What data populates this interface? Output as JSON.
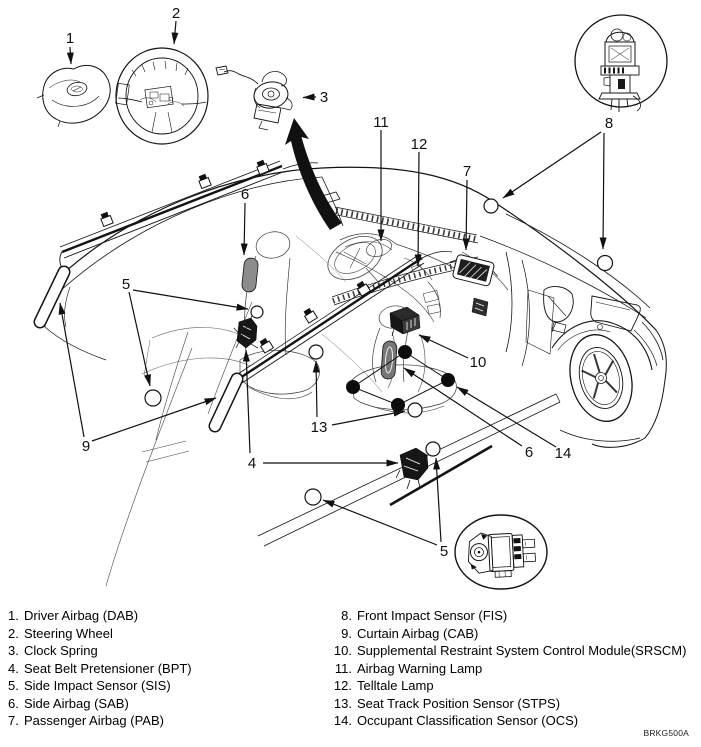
{
  "figure": {
    "code": "BRKG500A",
    "callouts": {
      "c1": "1",
      "c2": "2",
      "c3": "3",
      "c4": "4",
      "c5a": "5",
      "c5b": "5",
      "c6a": "6",
      "c6b": "6",
      "c7": "7",
      "c8": "8",
      "c9": "9",
      "c10": "10",
      "c11": "11",
      "c12": "12",
      "c13": "13",
      "c14": "14"
    }
  },
  "legend": {
    "left": [
      {
        "num": "1.",
        "label": "Driver Airbag (DAB)"
      },
      {
        "num": "2.",
        "label": "Steering Wheel"
      },
      {
        "num": "3.",
        "label": "Clock Spring"
      },
      {
        "num": "4.",
        "label": "Seat Belt Pretensioner (BPT)"
      },
      {
        "num": "5.",
        "label": "Side Impact Sensor (SIS)"
      },
      {
        "num": "6.",
        "label": "Side Airbag (SAB)"
      },
      {
        "num": "7.",
        "label": "Passenger Airbag (PAB)"
      }
    ],
    "right": [
      {
        "num": "8.",
        "label": "Front Impact Sensor (FIS)"
      },
      {
        "num": "9.",
        "label": "Curtain Airbag (CAB)"
      },
      {
        "num": "10.",
        "label": "Supplemental Restraint System Control Module(SRSCM)"
      },
      {
        "num": "11.",
        "label": "Airbag Warning Lamp"
      },
      {
        "num": "12.",
        "label": "Telltale Lamp"
      },
      {
        "num": "13.",
        "label": "Seat Track Position Sensor (STPS)"
      },
      {
        "num": "14.",
        "label": "Occupant Classification Sensor (OCS)"
      }
    ]
  }
}
